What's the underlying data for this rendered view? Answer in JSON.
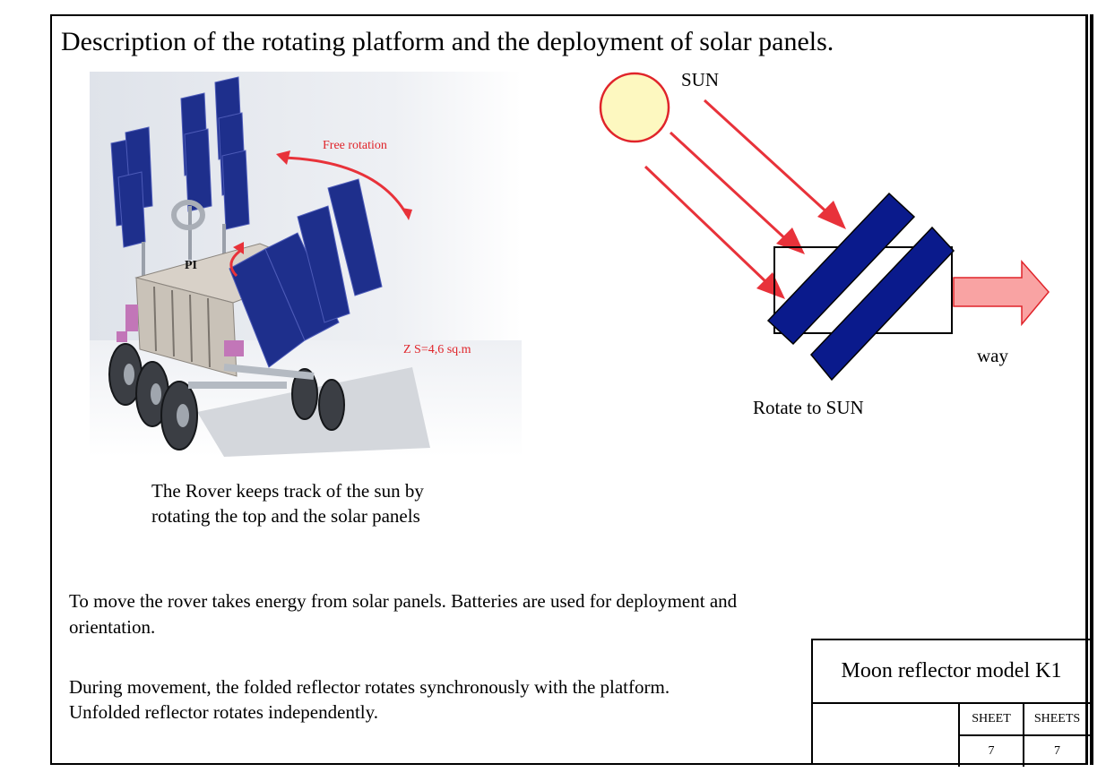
{
  "title": "Description of the rotating platform and the deployment of solar panels.",
  "rover": {
    "free_rotation": "Free rotation",
    "pi": "PI",
    "area": "Z S=4,6 sq.m"
  },
  "diagram": {
    "sun": "SUN",
    "way": "way",
    "rotate": "Rotate to SUN",
    "colors": {
      "sun_fill": "#fdf8c0",
      "sun_stroke": "#e0242a",
      "arrow": "#e8323a",
      "panel": "#0a1a8c",
      "way_arrow": "#f9a3a3"
    }
  },
  "caption": "The Rover keeps track of the sun by rotating the top and the solar panels",
  "para1": "To move the rover takes energy from solar panels. Batteries are used for deployment and orientation.",
  "para2_line1": "During movement, the folded reflector rotates synchronously with the platform.",
  "para2_line2": "Unfolded reflector rotates independently.",
  "title_block": {
    "name": "Moon reflector model K1",
    "sheet_label": "SHEET",
    "sheets_label": "SHEETS",
    "sheet": "7",
    "sheets": "7"
  }
}
